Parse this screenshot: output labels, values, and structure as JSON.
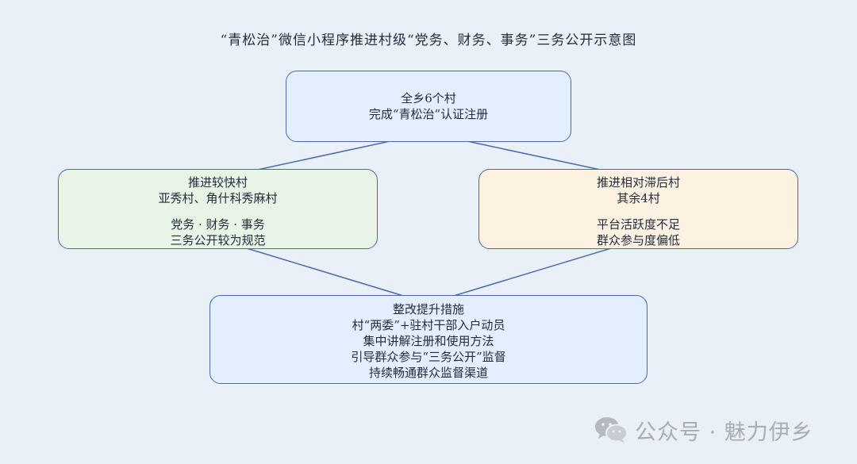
{
  "title": "“青松治”微信小程序推进村级“党务、财务、事务”三务公开示意图",
  "nodes": {
    "top": {
      "line1": "全乡6个村",
      "line2": "完成“青松治”认证注册"
    },
    "left": {
      "line1": "推进较快村",
      "line2": "亚秀村、角什科秀麻村",
      "line3": "党务 · 财务 · 事务",
      "line4": "三务公开较为规范"
    },
    "right": {
      "line1": "推进相对滞后村",
      "line2": "其余4村",
      "line3": "平台活跃度不足",
      "line4": "群众参与度偏低"
    },
    "bottom": {
      "line1": "整改提升措施",
      "line2": "村“两委”+驻村干部入户动员",
      "line3": "集中讲解注册和使用方法",
      "line4": "引导群众参与“三务公开”监督",
      "line5": "持续畅通群众监督渠道"
    }
  },
  "edges": [
    {
      "from": "top",
      "to": "left"
    },
    {
      "from": "top",
      "to": "right"
    },
    {
      "from": "left",
      "to": "bottom"
    },
    {
      "from": "right",
      "to": "bottom"
    }
  ],
  "watermark": {
    "text": "公众号 · 魅力伊乡",
    "icon": "wechat-icon"
  },
  "colors": {
    "background": "#e9f0f7",
    "stroke": "#4a6aa8",
    "top_fill": "#e3efff",
    "left_fill": "#e8f5e6",
    "right_fill": "#fdf1e2"
  }
}
